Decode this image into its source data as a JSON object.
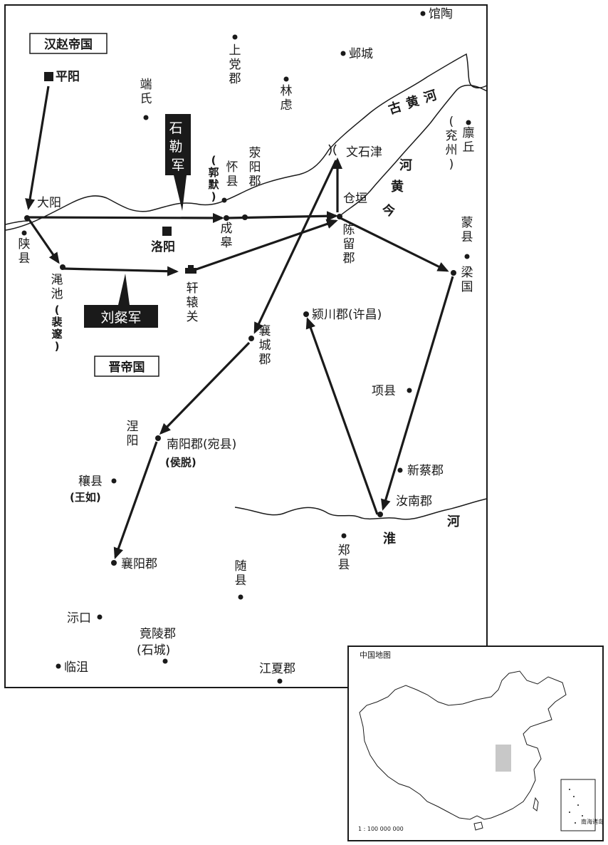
{
  "regions": {
    "han_zhao": "汉赵帝国",
    "jin": "晋帝国"
  },
  "armies": {
    "shi_le": "石勒军",
    "liu_can": "刘粲军"
  },
  "rivers": {
    "ancient_yellow": "古黄河",
    "modern_yellow": "今黄河",
    "huai": "淮河"
  },
  "places": {
    "guantao": "馆陶",
    "yecheng": "邺城",
    "shangdang": "上党郡",
    "linlü": "林虑",
    "duanshi": "端氏",
    "pingyang": "平阳",
    "linqiu": "廪丘",
    "yanzhou": "(兖州)",
    "wenshijin": "文石津",
    "xingyang": "荥阳郡",
    "huaixian": "怀县",
    "guomo": "(郭默)",
    "cangyuan": "仓垣",
    "dayang": "大阳",
    "shanxian": "陕县",
    "luoyang": "洛阳",
    "chenggao": "成皋",
    "chenliu": "陈留郡",
    "mengxian": "蒙县",
    "liangguo": "梁国",
    "mianchi": "渑池",
    "peisui": "(裴邃)",
    "xuanyuan": "轩辕关",
    "yingchuan": "颍川郡(许昌)",
    "xiangcheng": "襄城郡",
    "xiangxian": "项县",
    "nieyang": "涅阳",
    "nanyang": "南阳郡(宛县)",
    "houtuo": "(侯脱)",
    "xincai": "新蔡郡",
    "rangxian": "穰县",
    "wangru": "(王如)",
    "runan": "汝南郡",
    "zhengxian": "郑县",
    "xiangyang": "襄阳郡",
    "suixian": "随县",
    "sikou": "沶口",
    "jingling": "竟陵郡",
    "shicheng": "(石城)",
    "linju": "临沮",
    "jiangxia": "江夏郡"
  },
  "inset": {
    "title": "中国地图",
    "scale": "1 : 100 000 000",
    "south_sea": "南海诸岛"
  }
}
